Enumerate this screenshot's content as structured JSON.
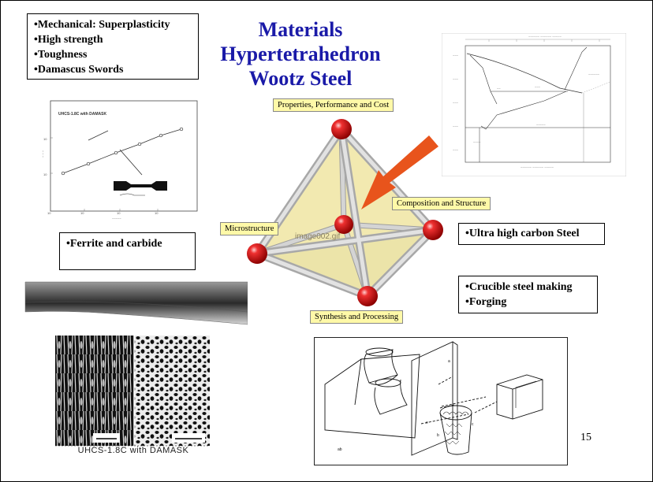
{
  "slide": {
    "title_lines": [
      "Materials",
      "Hypertetrahedron",
      "Wootz Steel"
    ],
    "page_number": "15"
  },
  "properties_box": [
    "•Mechanical: Superplasticity",
    "•High strength",
    "•Toughness",
    "•Damascus Swords"
  ],
  "ferrite_box": [
    "•Ferrite and carbide"
  ],
  "steel_box": [
    "•Ultra high carbon Steel"
  ],
  "process_box": [
    "•Crucible steel making",
    "•Forging"
  ],
  "tetrahedron": {
    "labels": {
      "top": "Properties, Performance and Cost",
      "right": "Composition and Structure",
      "left": "Microstructure",
      "bottom": "Synthesis and Processing"
    },
    "watermark": "image002.gif",
    "colors": {
      "face": "#f3ecb8",
      "rod": "#c8c8c8",
      "ball": "#d81818",
      "arrow": "#e8541c"
    }
  },
  "micrograph": {
    "caption": "UHCS-1.8C with DAMASK"
  },
  "strain_plot": {
    "legend": "UHCS-1.8C with DAMASK"
  }
}
